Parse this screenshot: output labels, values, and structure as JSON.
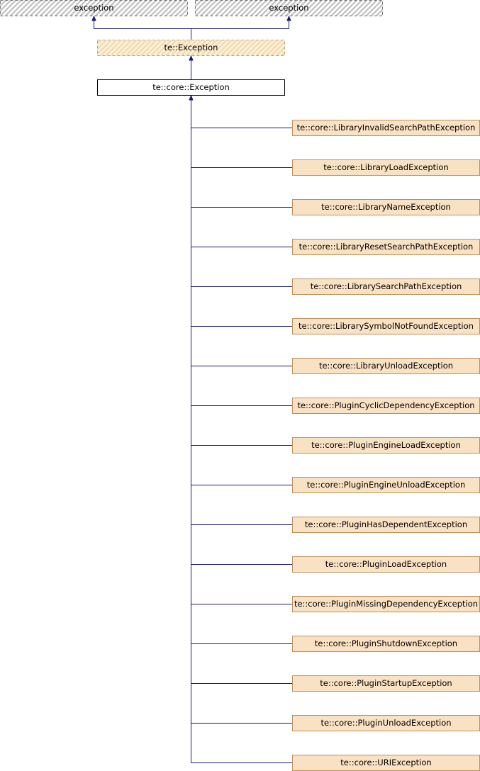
{
  "diagram": {
    "external_nodes": [
      {
        "label": "exception"
      },
      {
        "label": "exception"
      }
    ],
    "base_node": {
      "label": "te::Exception"
    },
    "core_node": {
      "label": "te::core::Exception"
    },
    "children": [
      {
        "label": "te::core::LibraryInvalidSearchPathException"
      },
      {
        "label": "te::core::LibraryLoadException"
      },
      {
        "label": "te::core::LibraryNameException"
      },
      {
        "label": "te::core::LibraryResetSearchPathException"
      },
      {
        "label": "te::core::LibrarySearchPathException"
      },
      {
        "label": "te::core::LibrarySymbolNotFoundException"
      },
      {
        "label": "te::core::LibraryUnloadException"
      },
      {
        "label": "te::core::PluginCyclicDependencyException"
      },
      {
        "label": "te::core::PluginEngineLoadException"
      },
      {
        "label": "te::core::PluginEngineUnloadException"
      },
      {
        "label": "te::core::PluginHasDependentException"
      },
      {
        "label": "te::core::PluginLoadException"
      },
      {
        "label": "te::core::PluginMissingDependencyException"
      },
      {
        "label": "te::core::PluginShutdownException"
      },
      {
        "label": "te::core::PluginStartupException"
      },
      {
        "label": "te::core::PluginUnloadException"
      },
      {
        "label": "te::core::URIException"
      }
    ],
    "colors": {
      "edge": "#191970",
      "child_fill": "#f9e1c3",
      "child_border": "#bf8f5a",
      "base_fill": "#fbf1df",
      "base_stripe": "#f3d9a9",
      "base_border": "#c8a060",
      "external_fill": "#ffffff",
      "external_stripe": "#c0c0c0",
      "external_border": "#707070",
      "core_fill": "#ffffff",
      "core_border": "#000000"
    }
  }
}
